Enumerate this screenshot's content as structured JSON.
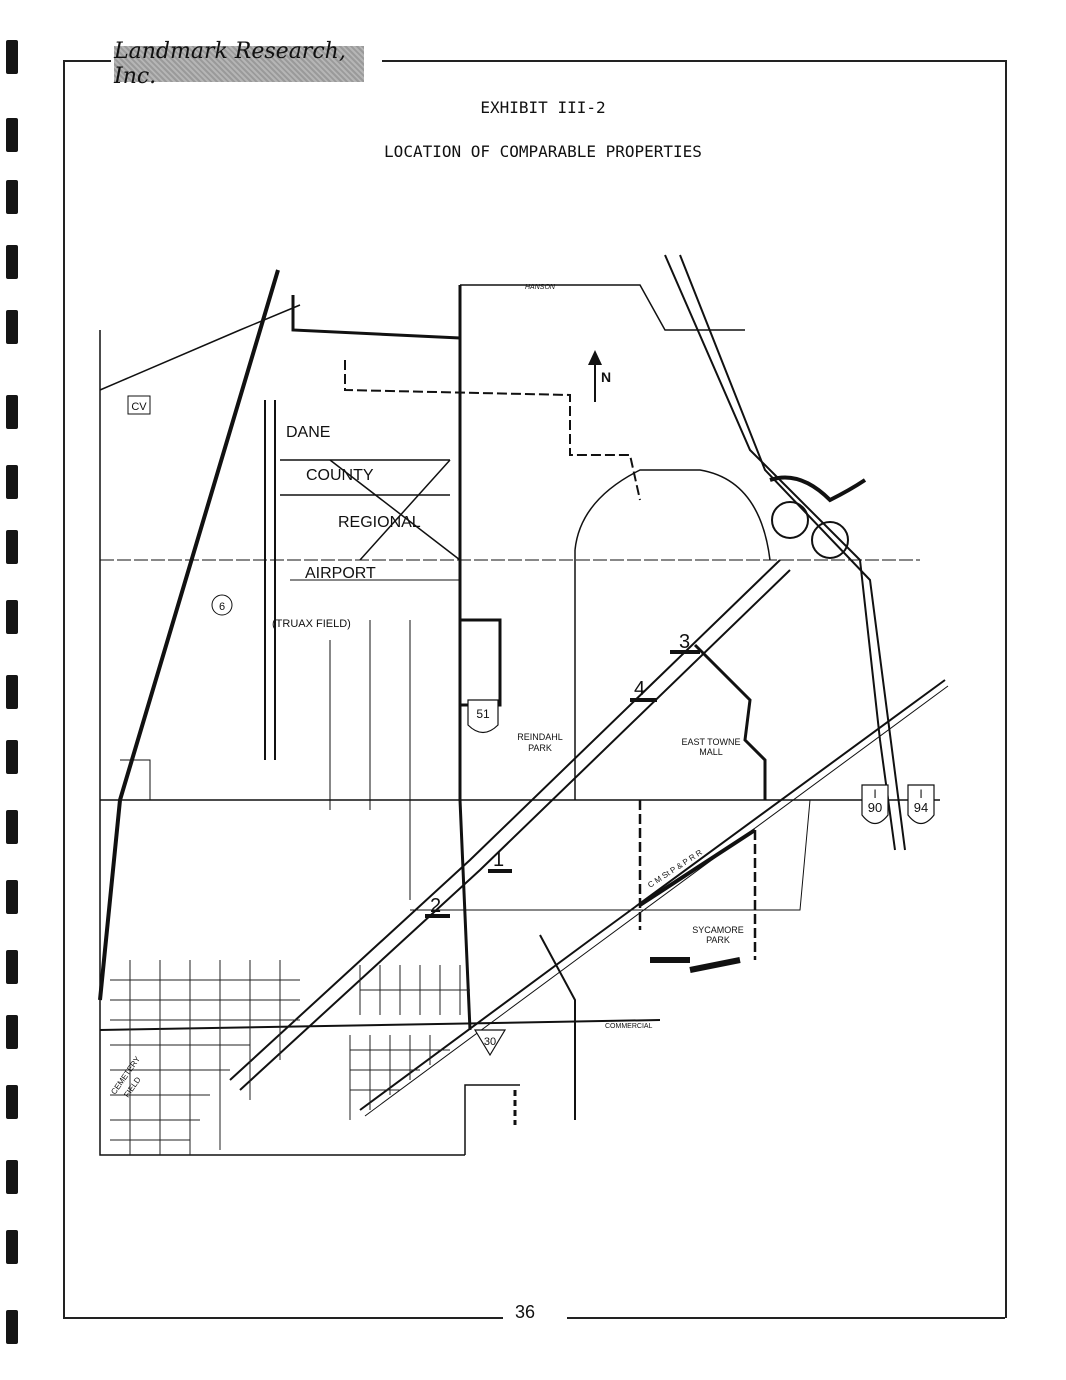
{
  "header": {
    "company_logo": "Landmark Research, Inc."
  },
  "title": {
    "exhibit": "EXHIBIT III-2",
    "subtitle": "LOCATION OF COMPARABLE PROPERTIES"
  },
  "map": {
    "airport": [
      "DANE",
      "COUNTY",
      "REGIONAL",
      "AIRPORT"
    ],
    "airport_alt": "(TRUAX FIELD)",
    "places": {
      "reindahl_1": "REINDAHL",
      "reindahl_2": "PARK",
      "mall_1": "EAST TOWNE",
      "mall_2": "MALL",
      "sycamore_1": "SYCAMORE",
      "sycamore_2": "PARK",
      "cemetery_1": "CEMETERY",
      "cemetery_2": "FIELD",
      "cv": "CV"
    },
    "roads": {
      "hanson": "HANSON",
      "commercial": "COMMERCIAL",
      "railroad": "C M St P & P R R"
    },
    "shields": {
      "us51": "51",
      "i90_a": "I",
      "i90_b": "90",
      "i94_a": "I",
      "i94_b": "94",
      "hw30": "30",
      "hw6": "6"
    },
    "comparables": [
      "1",
      "2",
      "3",
      "4"
    ],
    "north_arrow": "N"
  },
  "footer": {
    "page_number": "36"
  }
}
